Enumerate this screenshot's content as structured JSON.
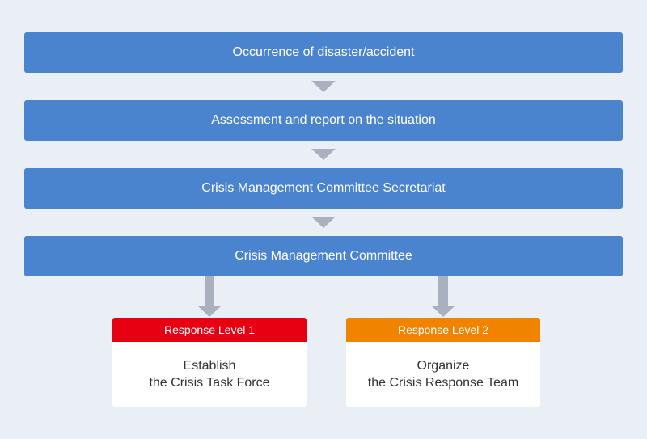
{
  "steps": [
    "Occurrence of disaster/accident",
    "Assessment and report on the situation",
    "Crisis Management Committee Secretariat",
    "Crisis Management Committee"
  ],
  "levels": [
    {
      "header": "Response Level 1",
      "line1": "Establish",
      "line2": "the Crisis Task Force",
      "color": "#e60012"
    },
    {
      "header": "Response Level 2",
      "line1": "Organize",
      "line2": "the Crisis Response Team",
      "color": "#f08300"
    }
  ],
  "colors": {
    "background": "#e9eff5",
    "step_fill": "#4a84cf",
    "arrow": "#a8b1bd"
  }
}
